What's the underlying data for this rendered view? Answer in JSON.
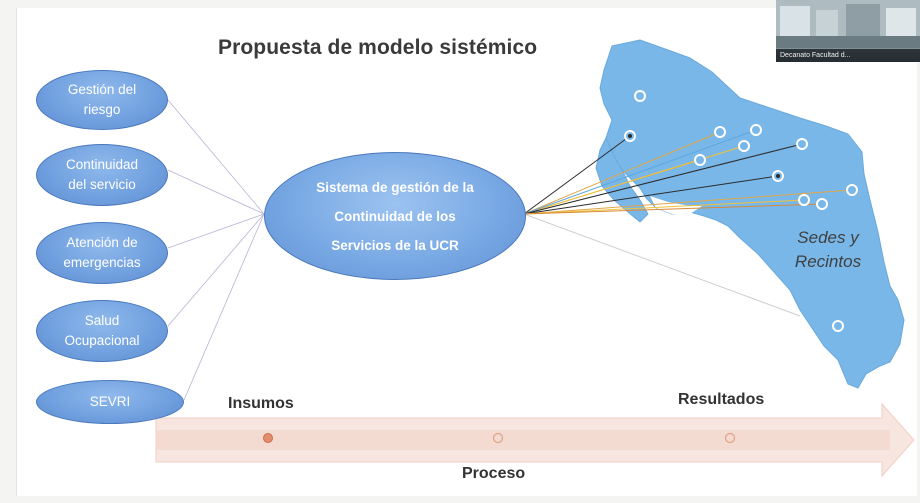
{
  "title": "Propuesta de modelo sistémico",
  "inputs": [
    "Gestión del\nriesgo",
    "Continuidad\ndel servicio",
    "Atención de\nemergencias",
    "Salud\nOcupacional",
    "SEVRI"
  ],
  "center": "Sistema de gestión de la\nContinuidad de los\nServicios de la UCR",
  "map_label": "Sedes y\nRecintos",
  "labels": {
    "inputs": "Insumos",
    "results": "Resultados",
    "process": "Proceso"
  },
  "webcam_caption": "Decanato Facultad d...",
  "colors": {
    "oval_fill": "#7aa6e2",
    "oval_border": "#4a78bc",
    "map": "#79b7e8",
    "arrow": "#f6e2da"
  }
}
